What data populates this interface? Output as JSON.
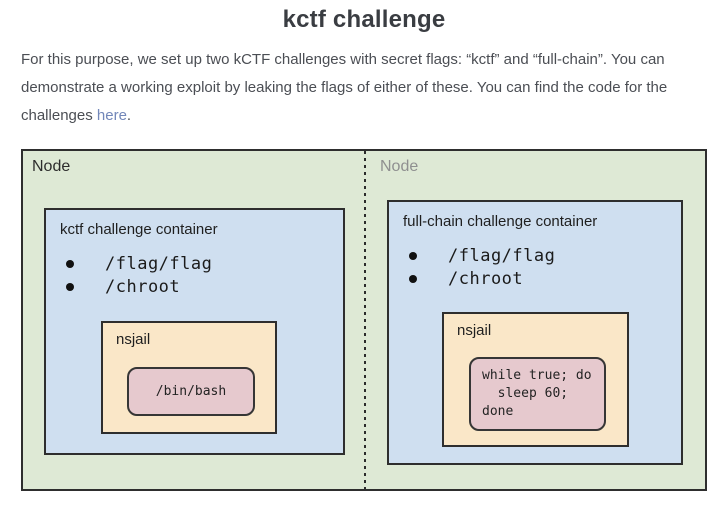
{
  "page": {
    "title": "kctf challenge",
    "paragraph": {
      "text_before_link": "For this purpose, we set up two kCTF challenges with secret flags: “kctf” and “full-chain”. You can demonstrate a working exploit by leaking the flags of either of these. You can find the code for the challenges ",
      "link_text": "here",
      "text_after_link": "."
    }
  },
  "colors": {
    "node_bg": "#dee9d5",
    "container_bg": "#cfdff0",
    "jail_bg": "#fae7c8",
    "process_bg": "#e6c9ce",
    "border": "#2e2e2e",
    "link": "#7287b9",
    "node_label_left": "#2d2d2d",
    "node_label_right": "#8f9090"
  },
  "diagram": {
    "nodes": [
      {
        "label": "Node",
        "container": {
          "title": "kctf challenge container",
          "mounts": [
            "/flag/flag",
            "/chroot"
          ],
          "jail": {
            "label": "nsjail",
            "process": "/bin/bash"
          }
        }
      },
      {
        "label": "Node",
        "container": {
          "title": "full-chain challenge container",
          "mounts": [
            "/flag/flag",
            "/chroot"
          ],
          "jail": {
            "label": "nsjail",
            "process": "while true; do\n  sleep 60;\ndone"
          }
        }
      }
    ]
  }
}
